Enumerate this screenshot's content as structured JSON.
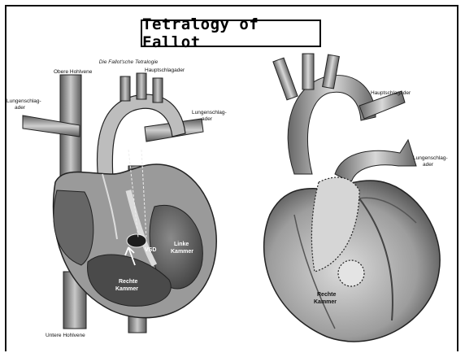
{
  "title": "Tetralogy of Fallot",
  "left_panel": {
    "caption": "Die Fallot'sche Tetralogie",
    "labels": {
      "superior_vena_cava": "Obere Hohlvene",
      "aorta": "Hauptschlagader",
      "pulmonary_artery_left_1": "Lungenschlag-",
      "pulmonary_artery_left_2": "ader",
      "pulmonary_artery_right_1": "Lungenschlag-",
      "pulmonary_artery_right_2": "ader",
      "vsd": "VSD",
      "left_ventricle_1": "Linke",
      "left_ventricle_2": "Kammer",
      "right_ventricle_1": "Rechte",
      "right_ventricle_2": "Kammer",
      "inferior_vena_cava": "Untere Hohlvene"
    }
  },
  "right_panel": {
    "labels": {
      "aorta": "Hauptschlagader",
      "pulmonary_artery_1": "Lungenschlag-",
      "pulmonary_artery_2": "ader",
      "right_ventricle_1": "Rechte",
      "right_ventricle_2": "Kammer"
    }
  }
}
